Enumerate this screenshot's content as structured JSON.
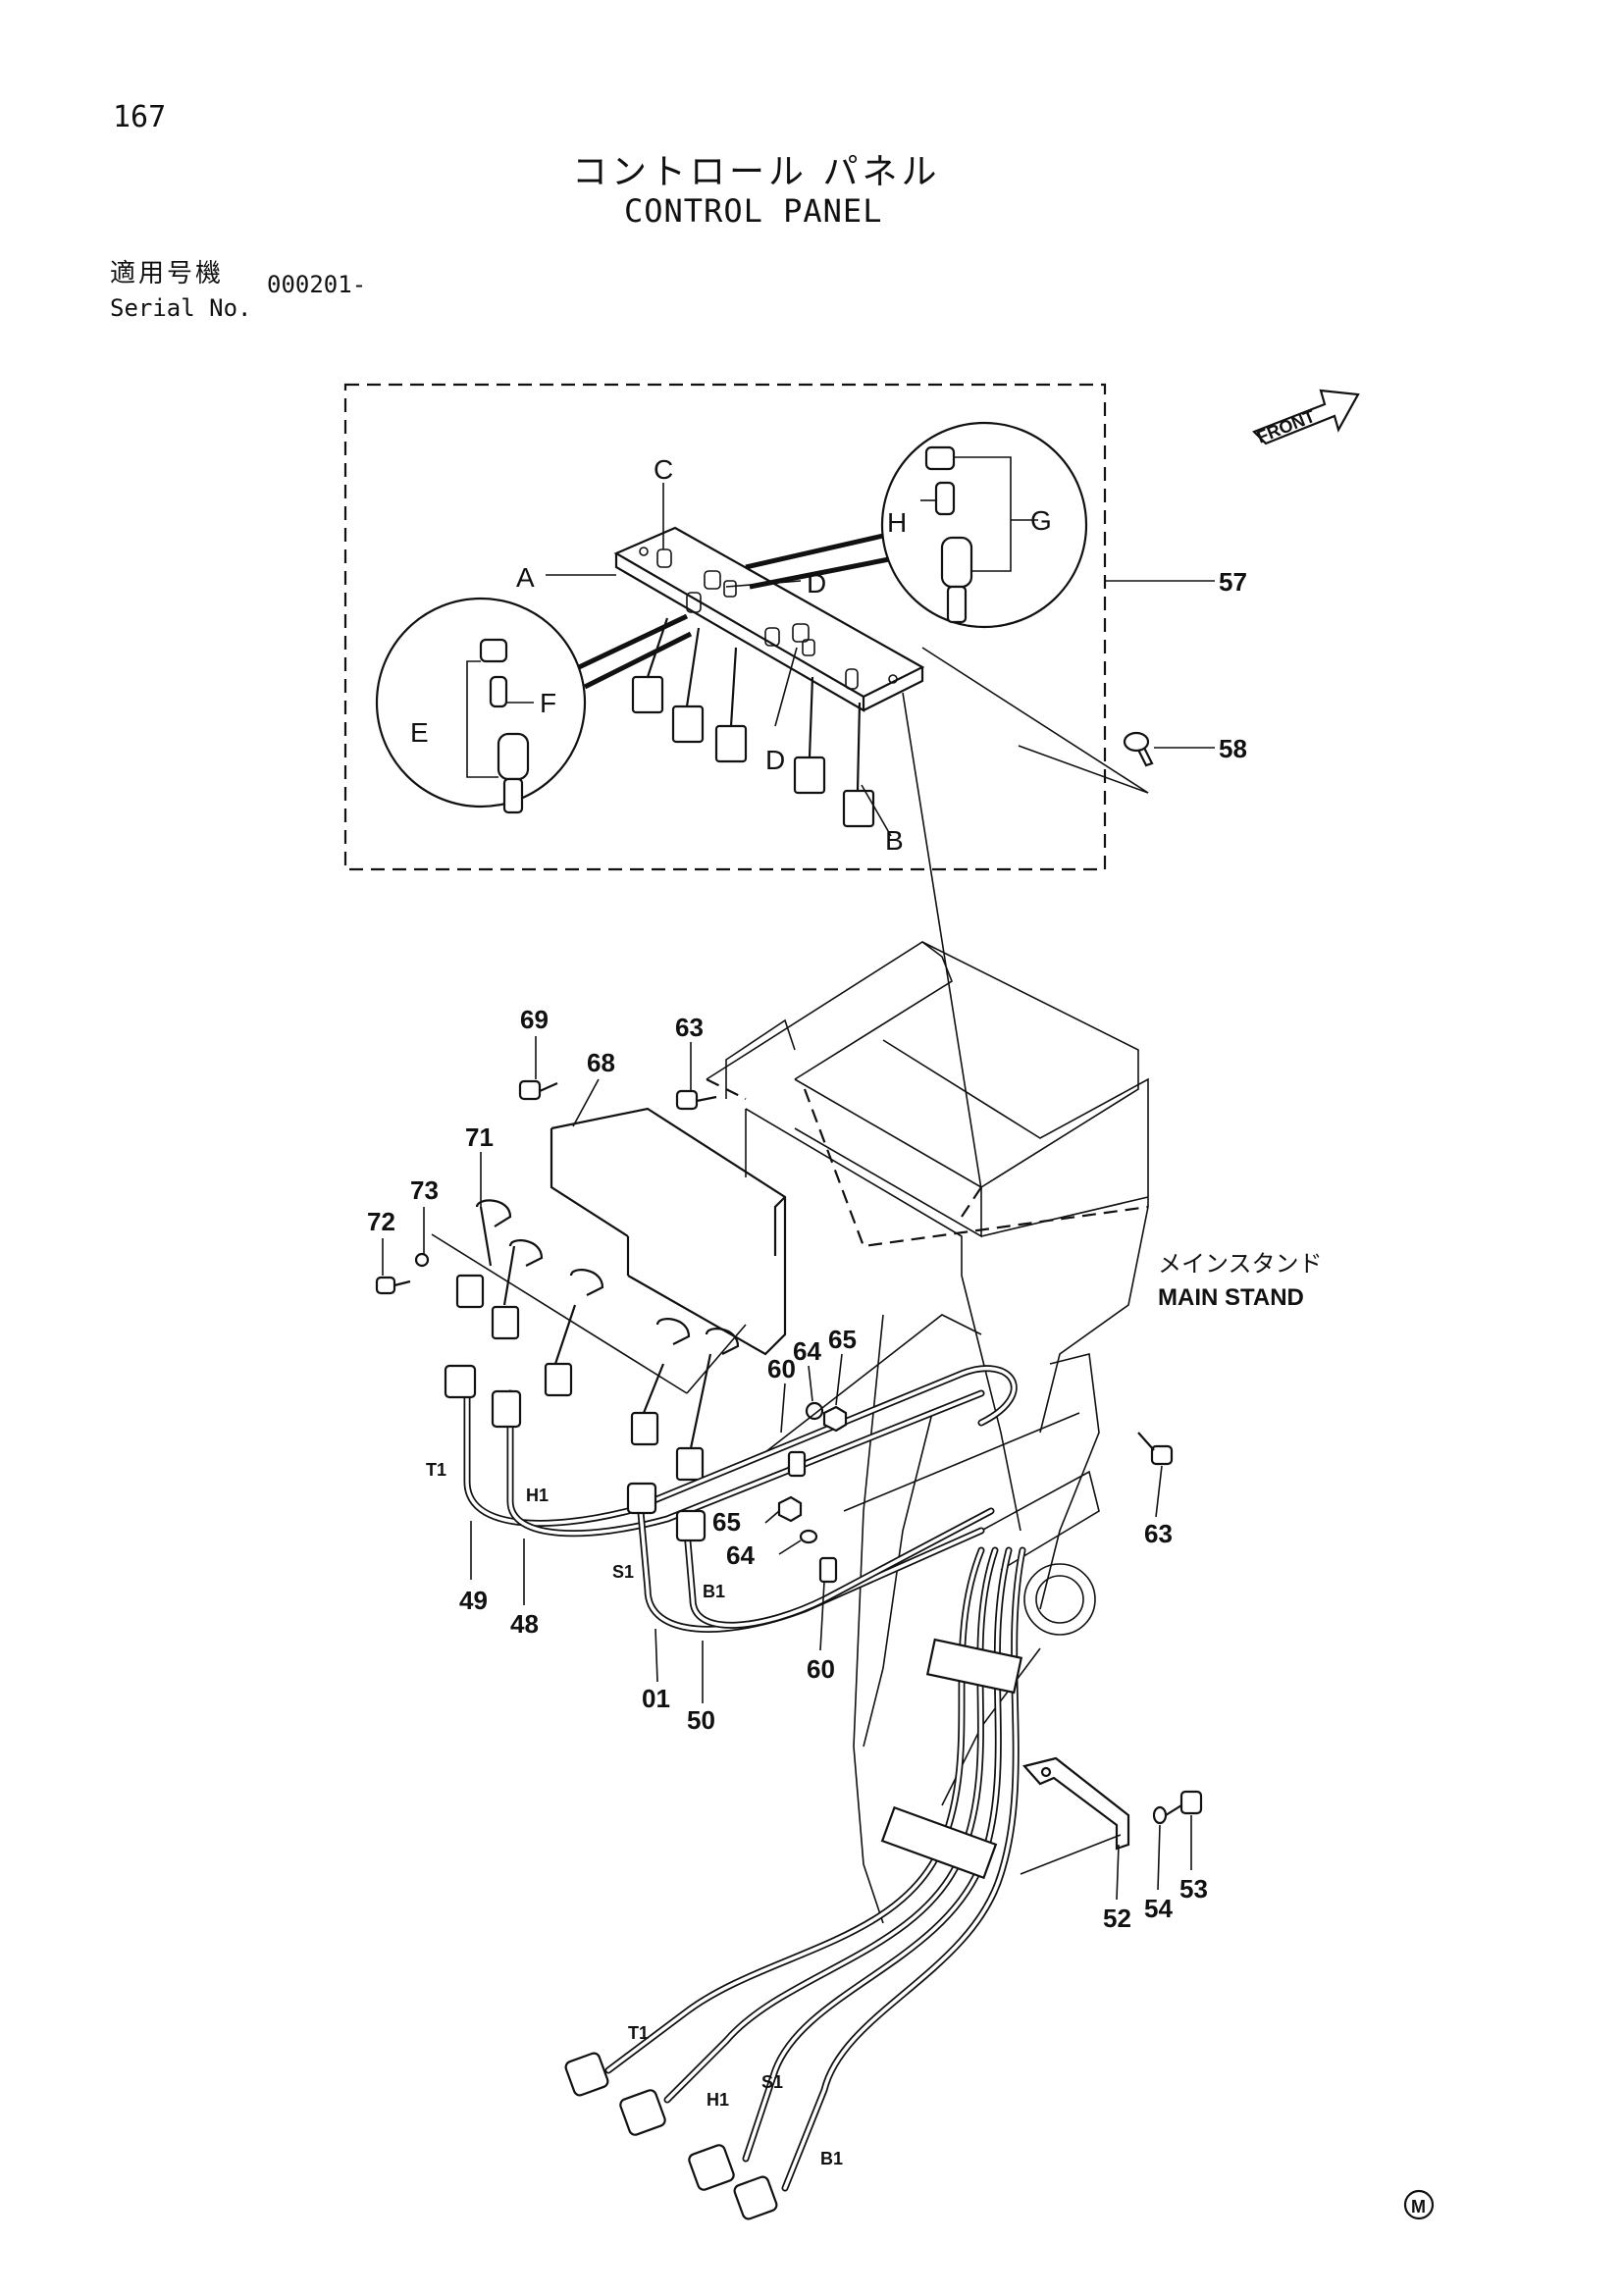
{
  "page_number": "167",
  "title_jp": "コントロール パネル",
  "title_en": "CONTROL PANEL",
  "serial_label_jp": "適用号機",
  "serial_label_en": "Serial No.",
  "serial_value": "000201-",
  "front_label": "FRONT",
  "stand_label_jp": "メインスタンド",
  "stand_label_en": "MAIN STAND",
  "mark": "M",
  "detail_letters": [
    "A",
    "B",
    "C",
    "D",
    "D",
    "E",
    "F",
    "G",
    "H"
  ],
  "part_callouts": [
    "57",
    "58",
    "69",
    "68",
    "63",
    "71",
    "73",
    "72",
    "60",
    "64",
    "65",
    "65",
    "64",
    "63",
    "49",
    "48",
    "01",
    "50",
    "60",
    "52",
    "54",
    "53"
  ],
  "wire_labels": [
    "T1",
    "H1",
    "S1",
    "B1",
    "T1",
    "H1",
    "S1",
    "B1"
  ]
}
